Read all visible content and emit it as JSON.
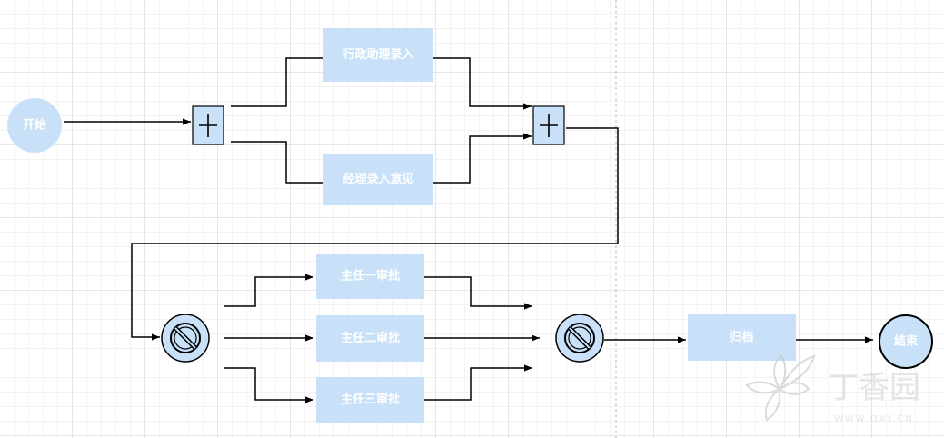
{
  "diagram": {
    "start_label": "开始",
    "end_label": "结束",
    "tasks": {
      "admin_entry": "行政助理录入",
      "manager_opinion": "经理录入意见",
      "director1": "主任一审批",
      "director2": "主任二审批",
      "director3": "主任三审批",
      "archive": "归档"
    },
    "gateways": {
      "split1": "parallel",
      "join1": "parallel",
      "split2": "exclusive",
      "join2": "exclusive"
    },
    "colors": {
      "task_fill": "#c9e1f8",
      "event_fill": "#c9e1f8",
      "gateway_fill": "#c9e1f8",
      "stroke": "#000000",
      "label": "#ffffff",
      "grid": "#e6e6e6"
    }
  },
  "watermark": {
    "brand": "丁香园",
    "url": "WWW.DXY.CN"
  }
}
